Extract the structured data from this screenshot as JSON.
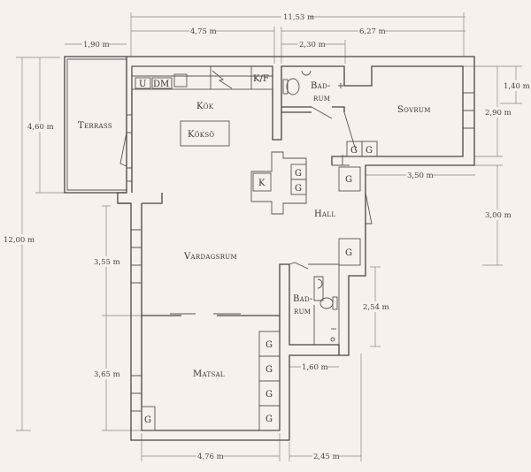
{
  "rooms": {
    "kok": "Kök",
    "kokso": "Köksö",
    "terrass": "Terrass",
    "badrum1_line1": "Bad-",
    "badrum1_line2": "rum",
    "sovrum": "Sovrum",
    "hall": "Hall",
    "vardagsrum": "Vardagsrum",
    "badrum2_line1": "Bad-",
    "badrum2_line2": "rum",
    "matsal": "Matsal"
  },
  "fixtures": {
    "u": "U",
    "dm": "DM",
    "kf": "K/F",
    "k": "K",
    "g": "G"
  },
  "dimensions": {
    "total_width": "11,53 m",
    "kitchen_width": "4,75 m",
    "east_width": "6,27 m",
    "terrace_width": "1,90 m",
    "bath1_width": "2,30 m",
    "total_height": "12,00 m",
    "terrace_height": "4,60 m",
    "living_height": "3,55 m",
    "dining_height": "3,65 m",
    "bed_window": "1,40 m",
    "bed_height": "2,90 m",
    "hall_east_height": "3,00 m",
    "bed_width": "3,50 m",
    "bath2_height": "2,54 m",
    "bath2_width": "1,60 m",
    "dining_width": "4,76 m",
    "south_width": "2,45 m"
  }
}
